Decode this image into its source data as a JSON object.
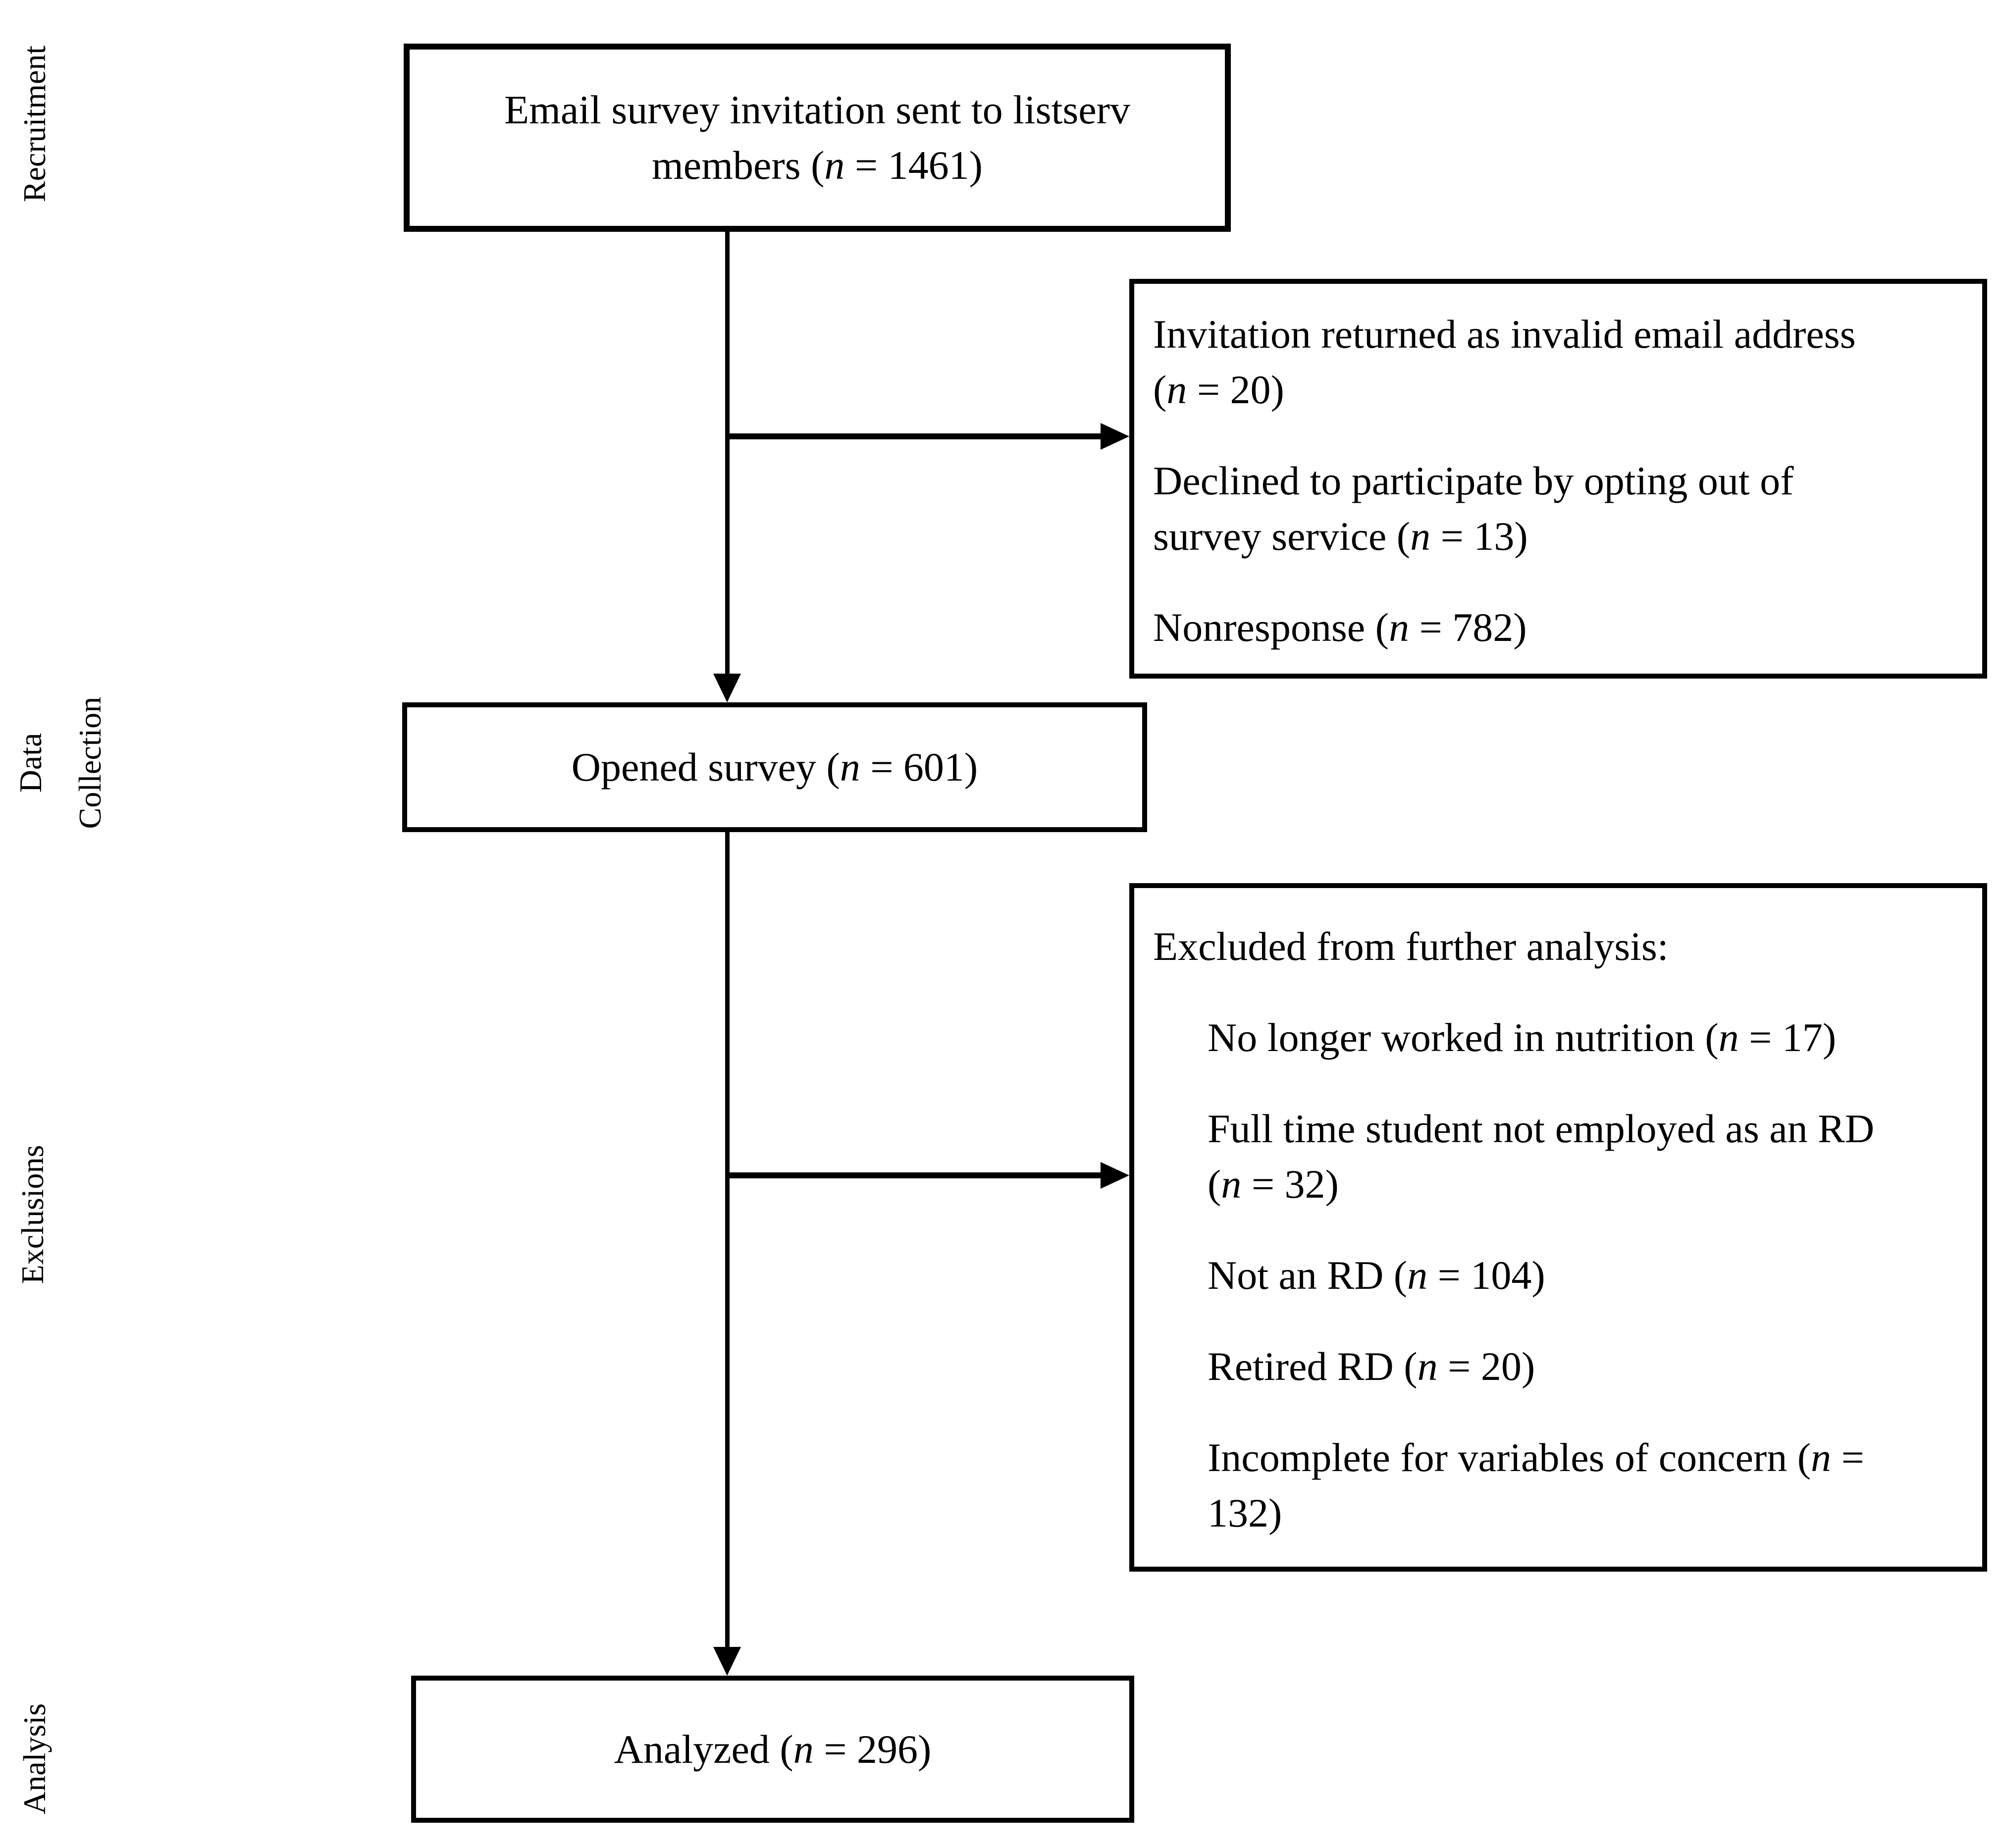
{
  "page": {
    "background_color": "#ffffff",
    "ink_color": "#000000",
    "description": "Survey participant flow diagram"
  },
  "sidebar": {
    "labels": [
      {
        "id": "recruitment",
        "lines": [
          "Recruitment"
        ]
      },
      {
        "id": "data-collection",
        "lines": [
          "Data",
          "Collection"
        ]
      },
      {
        "id": "exclusions",
        "lines": [
          "Exclusions"
        ]
      },
      {
        "id": "analysis",
        "lines": [
          "Analysis"
        ]
      }
    ]
  },
  "flowchart": {
    "boxes": {
      "invited": {
        "n": 1461,
        "lines": [
          {
            "segments": [
              {
                "t": "Email survey invitation sent to listserv"
              }
            ]
          },
          {
            "segments": [
              {
                "t": "members ("
              },
              {
                "t": "n",
                "i": true
              },
              {
                "t": " = 1461)"
              }
            ]
          }
        ]
      },
      "returned": {
        "lines": [
          {
            "segments": [
              {
                "t": "Invitation returned as invalid email address"
              }
            ]
          },
          {
            "segments": [
              {
                "t": "("
              },
              {
                "t": "n",
                "i": true
              },
              {
                "t": " = 20)"
              }
            ]
          },
          {
            "gap": true,
            "segments": [
              {
                "t": "Declined to participate by opting out of"
              }
            ]
          },
          {
            "segments": [
              {
                "t": "survey service ("
              },
              {
                "t": "n",
                "i": true
              },
              {
                "t": " = 13)"
              }
            ]
          },
          {
            "gap": true,
            "segments": [
              {
                "t": "Nonresponse ("
              },
              {
                "t": "n",
                "i": true
              },
              {
                "t": " = 782)"
              }
            ]
          }
        ]
      },
      "opened": {
        "n": 601,
        "lines": [
          {
            "segments": [
              {
                "t": "Opened survey ("
              },
              {
                "t": "n",
                "i": true
              },
              {
                "t": " = 601)"
              }
            ]
          }
        ]
      },
      "excluded": {
        "lines": [
          {
            "segments": [
              {
                "t": "Excluded from further analysis:"
              }
            ]
          },
          {
            "gap": true,
            "indent": true,
            "segments": [
              {
                "t": "No longer worked in nutrition ("
              },
              {
                "t": "n",
                "i": true
              },
              {
                "t": " = 17)"
              }
            ]
          },
          {
            "gap": true,
            "indent": true,
            "segments": [
              {
                "t": "Full time student not employed as an RD"
              }
            ]
          },
          {
            "indent": true,
            "segments": [
              {
                "t": "("
              },
              {
                "t": "n",
                "i": true
              },
              {
                "t": " = 32)"
              }
            ]
          },
          {
            "gap": true,
            "indent": true,
            "segments": [
              {
                "t": "Not an RD ("
              },
              {
                "t": "n",
                "i": true
              },
              {
                "t": " = 104)"
              }
            ]
          },
          {
            "gap": true,
            "indent": true,
            "segments": [
              {
                "t": "Retired RD ("
              },
              {
                "t": "n",
                "i": true
              },
              {
                "t": " = 20)"
              }
            ]
          },
          {
            "gap": true,
            "indent": true,
            "segments": [
              {
                "t": "Incomplete for variables of concern ("
              },
              {
                "t": "n",
                "i": true
              },
              {
                "t": " ="
              }
            ]
          },
          {
            "indent": true,
            "segments": [
              {
                "t": "132)"
              }
            ]
          }
        ]
      },
      "analyzed": {
        "n": 296,
        "lines": [
          {
            "segments": [
              {
                "t": "Analyzed ("
              },
              {
                "t": "n",
                "i": true
              },
              {
                "t": " = 296)"
              }
            ]
          }
        ]
      }
    },
    "connections": [
      {
        "from": "invited",
        "to": "opened",
        "type": "arrow-down"
      },
      {
        "from": "invited",
        "to": "returned",
        "type": "arrow-right"
      },
      {
        "from": "opened",
        "to": "analyzed",
        "type": "arrow-down"
      },
      {
        "from": "opened",
        "to": "excluded",
        "type": "arrow-right"
      }
    ]
  }
}
